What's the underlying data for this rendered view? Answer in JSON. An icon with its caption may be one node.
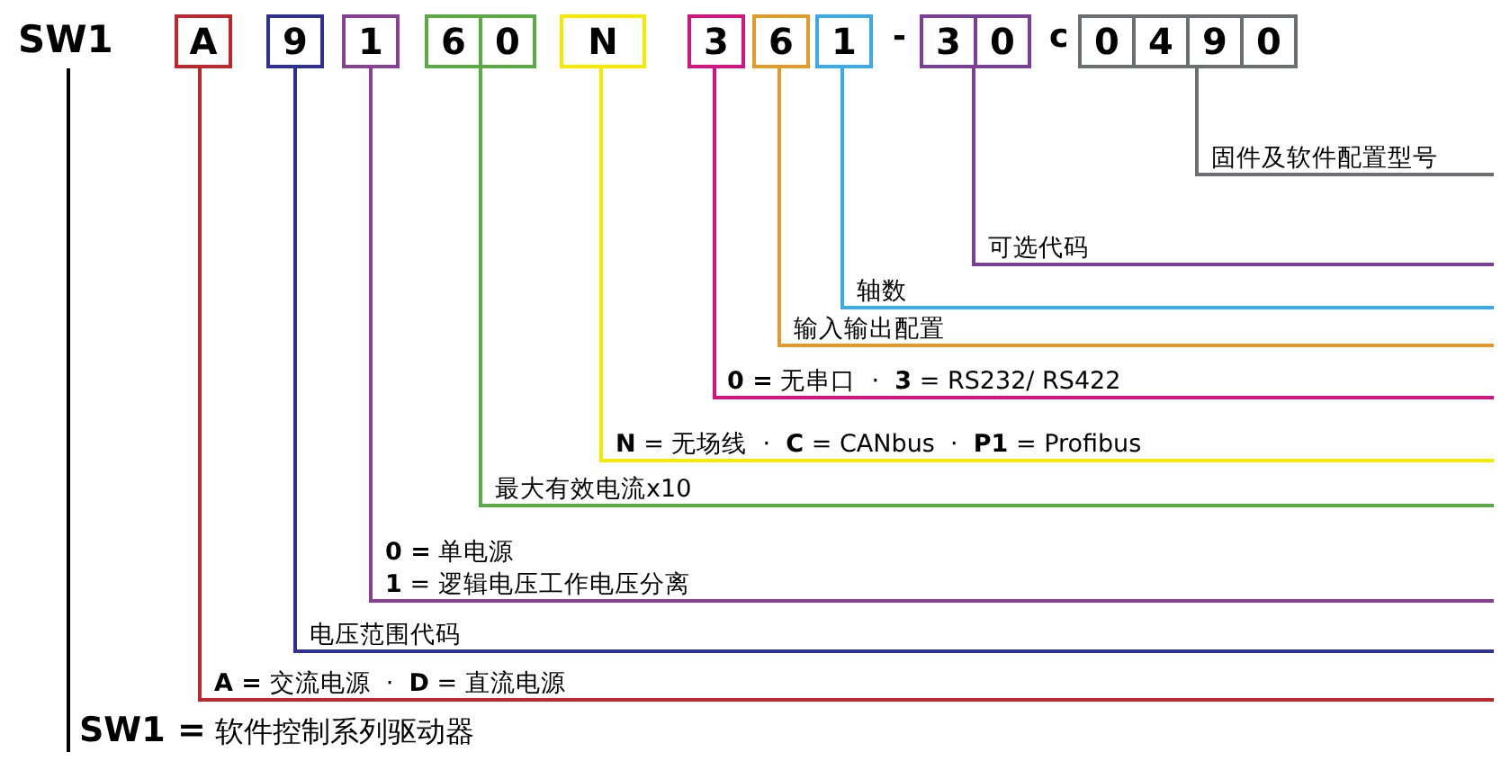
{
  "diagram": {
    "nodes": [
      {
        "text": [
          "SW1"
        ]
      },
      {
        "text": [
          "A"
        ]
      },
      {
        "text": [
          "9"
        ]
      },
      {
        "text": [
          "1"
        ]
      },
      {
        "text": [
          "6",
          "0"
        ]
      },
      {
        "text": [
          "N"
        ]
      },
      {
        "text": [
          "3"
        ]
      },
      {
        "text": [
          "6"
        ]
      },
      {
        "text": [
          "1"
        ]
      },
      {
        "text": [
          "3",
          "0"
        ]
      },
      {
        "text": [
          "0",
          "4",
          "9",
          "0"
        ]
      },
      {
        "text": [
          "固件及软件配置型号"
        ]
      },
      {
        "text": [
          "可选代码"
        ]
      },
      {
        "text": [
          "轴数"
        ]
      },
      {
        "text": [
          "输入输出配置"
        ]
      },
      {
        "text": [
          "**0 =** 无串口  ·  **3** = RS232/ RS422"
        ]
      },
      {
        "text": [
          "**N** = 无场线  ·  **C** = CANbus  ·  **P1** = Profibus"
        ]
      },
      {
        "text": [
          "最大有效电流x10"
        ]
      },
      {
        "text": [
          "**0 =** 单电源",
          "**1** = 逻辑电压工作电压分离"
        ]
      },
      {
        "text": [
          "电压范围代码"
        ]
      },
      {
        "text": [
          "**A =** 交流电源  ·  **D** = 直流电源"
        ]
      },
      {
        "text": [
          "**SW1 =** 软件控制系列驱动器"
        ]
      }
    ],
    "edges": [
      {
        "from": 10,
        "to": 11,
        "arrow": "none",
        "color": "#6d6e71"
      },
      {
        "from": 9,
        "to": 12,
        "arrow": "none",
        "color": "#7b3f98"
      },
      {
        "from": 8,
        "to": 13,
        "arrow": "none",
        "color": "#3aabe6"
      },
      {
        "from": 7,
        "to": 14,
        "arrow": "none",
        "color": "#e39a2b"
      },
      {
        "from": 6,
        "to": 15,
        "arrow": "none",
        "color": "#d4147f"
      },
      {
        "from": 5,
        "to": 16,
        "arrow": "none",
        "color": "#f5e900"
      },
      {
        "from": 4,
        "to": 17,
        "arrow": "none",
        "color": "#5aab46"
      },
      {
        "from": 3,
        "to": 18,
        "arrow": "none",
        "color": "#8a3f96"
      },
      {
        "from": 2,
        "to": 19,
        "arrow": "none",
        "color": "#2e3192"
      },
      {
        "from": 1,
        "to": 20,
        "arrow": "none",
        "color": "#c0272d"
      },
      {
        "from": 0,
        "to": 21,
        "arrow": "none",
        "color": "#000000"
      }
    ],
    "labels": [
      "-",
      "c"
    ]
  }
}
